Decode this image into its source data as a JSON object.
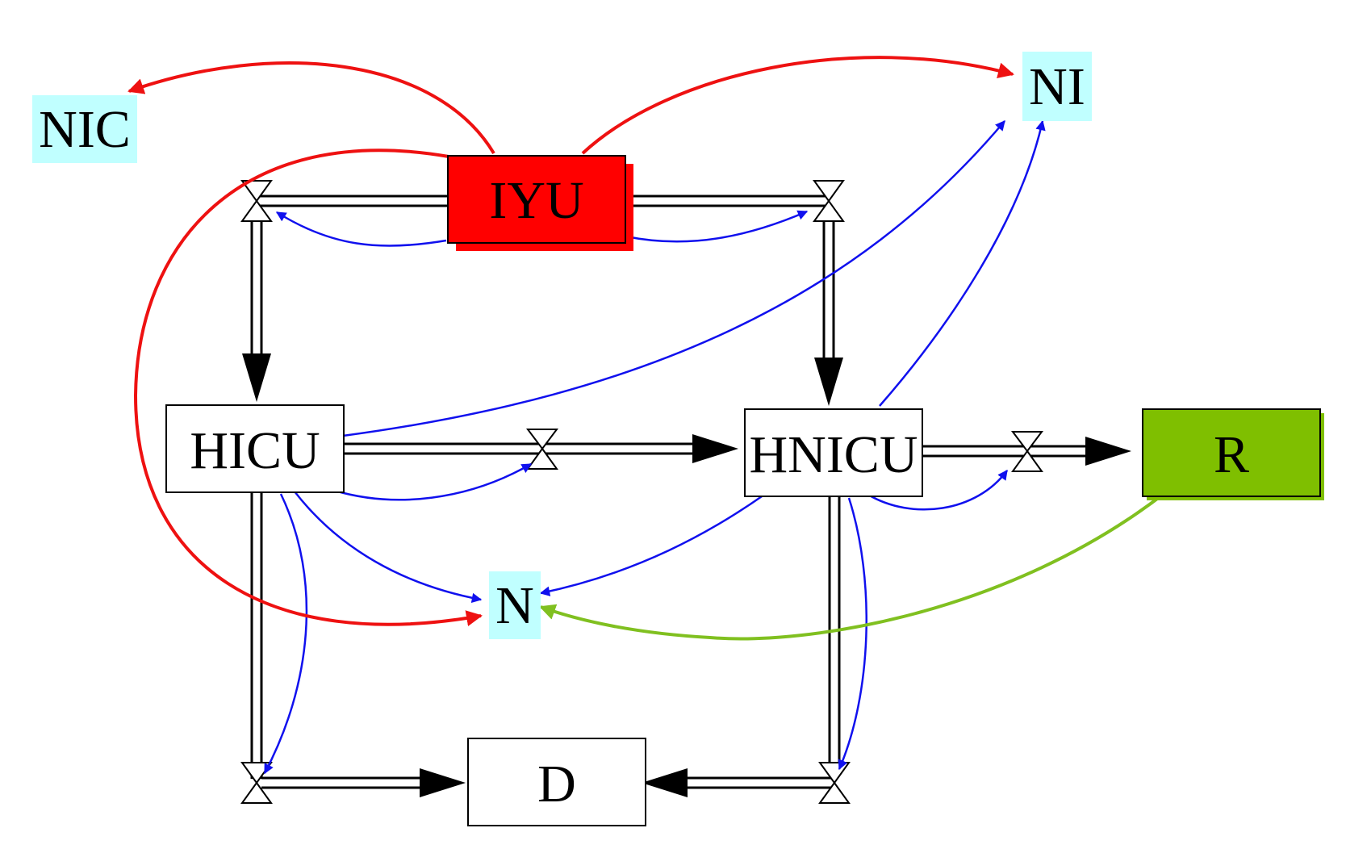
{
  "colors": {
    "stock_red": "#ff0000",
    "stock_green": "#7fbf00",
    "variable_cyan": "#c0ffff",
    "flow_black": "#000000",
    "link_blue": "#1010ee",
    "link_red": "#ee1111",
    "link_green": "#80c020"
  },
  "nodes": {
    "iyu": {
      "label": "IYU",
      "kind": "stock",
      "fill": "#ff0000"
    },
    "hicu": {
      "label": "HICU",
      "kind": "stock",
      "fill": "#ffffff"
    },
    "hnicu": {
      "label": "HNICU",
      "kind": "stock",
      "fill": "#ffffff"
    },
    "r": {
      "label": "R",
      "kind": "stock",
      "fill": "#7fbf00"
    },
    "d": {
      "label": "D",
      "kind": "stock",
      "fill": "#ffffff"
    },
    "nic": {
      "label": "NIC",
      "kind": "variable",
      "fill": "#c0ffff"
    },
    "ni": {
      "label": "NI",
      "kind": "variable",
      "fill": "#c0ffff"
    },
    "n": {
      "label": "N",
      "kind": "variable",
      "fill": "#c0ffff"
    }
  },
  "flows": [
    {
      "from": "IYU",
      "to": "HICU"
    },
    {
      "from": "IYU",
      "to": "HNICU"
    },
    {
      "from": "HICU",
      "to": "HNICU"
    },
    {
      "from": "HNICU",
      "to": "R"
    },
    {
      "from": "HICU",
      "to": "D"
    },
    {
      "from": "HNICU",
      "to": "D"
    }
  ],
  "links": [
    {
      "from": "IYU",
      "to": "NIC",
      "color": "red"
    },
    {
      "from": "IYU",
      "to": "NI",
      "color": "red"
    },
    {
      "from": "IYU",
      "to": "N",
      "color": "red"
    },
    {
      "from": "HICU",
      "to": "NI",
      "color": "blue"
    },
    {
      "from": "HNICU",
      "to": "NI",
      "color": "blue"
    },
    {
      "from": "HICU",
      "to": "N",
      "color": "blue"
    },
    {
      "from": "HNICU",
      "to": "N",
      "color": "blue"
    },
    {
      "from": "R",
      "to": "N",
      "color": "green"
    }
  ]
}
